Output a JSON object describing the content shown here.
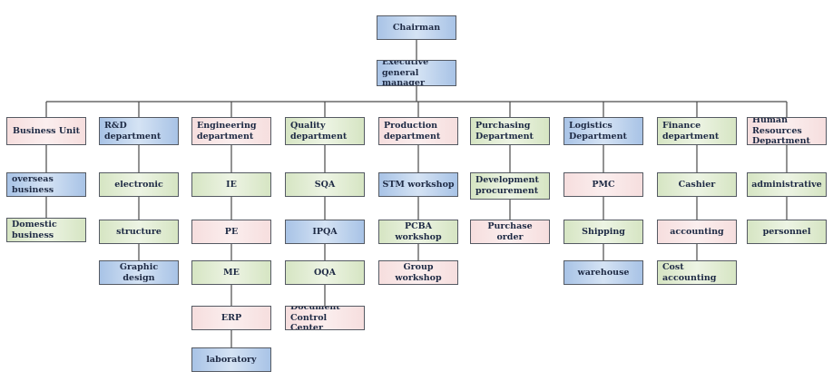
{
  "top": [
    {
      "label": "Chairman",
      "color": "blue"
    },
    {
      "label": "Executive general manager",
      "color": "blue"
    }
  ],
  "departments": [
    {
      "label": "Business Unit",
      "color": "pink",
      "children": [
        {
          "label": "overseas business",
          "color": "blue"
        },
        {
          "label": "Domestic business",
          "color": "green"
        }
      ]
    },
    {
      "label": "R&D department",
      "color": "blue",
      "children": [
        {
          "label": "electronic",
          "color": "green"
        },
        {
          "label": "structure",
          "color": "green"
        },
        {
          "label": "Graphic design",
          "color": "blue"
        }
      ]
    },
    {
      "label": "Engineering department",
      "color": "pink",
      "children": [
        {
          "label": "IE",
          "color": "green"
        },
        {
          "label": "PE",
          "color": "pink"
        },
        {
          "label": "ME",
          "color": "green"
        },
        {
          "label": "ERP",
          "color": "pink"
        },
        {
          "label": "laboratory",
          "color": "blue"
        }
      ]
    },
    {
      "label": "Quality department",
      "color": "green",
      "children": [
        {
          "label": "SQA",
          "color": "green"
        },
        {
          "label": "IPQA",
          "color": "blue"
        },
        {
          "label": "OQA",
          "color": "green"
        },
        {
          "label": "Document Control Center",
          "color": "pink"
        }
      ]
    },
    {
      "label": "Production department",
      "color": "pink",
      "children": [
        {
          "label": "STM workshop",
          "color": "blue"
        },
        {
          "label": "PCBA workshop",
          "color": "green"
        },
        {
          "label": "Group workshop",
          "color": "pink"
        }
      ]
    },
    {
      "label": "Purchasing Department",
      "color": "green",
      "children": [
        {
          "label": "Development procurement",
          "color": "green"
        },
        {
          "label": "Purchase order",
          "color": "pink"
        }
      ]
    },
    {
      "label": "Logistics Department",
      "color": "blue",
      "children": [
        {
          "label": "PMC",
          "color": "pink"
        },
        {
          "label": "Shipping",
          "color": "green"
        },
        {
          "label": "warehouse",
          "color": "blue"
        }
      ]
    },
    {
      "label": "Finance department",
      "color": "green",
      "children": [
        {
          "label": "Cashier",
          "color": "green"
        },
        {
          "label": "accounting",
          "color": "pink"
        },
        {
          "label": "Cost  accounting",
          "color": "green"
        }
      ]
    },
    {
      "label": "Human Resources Department",
      "color": "pink",
      "children": [
        {
          "label": "administrative",
          "color": "green"
        },
        {
          "label": "personnel",
          "color": "green"
        }
      ]
    }
  ]
}
